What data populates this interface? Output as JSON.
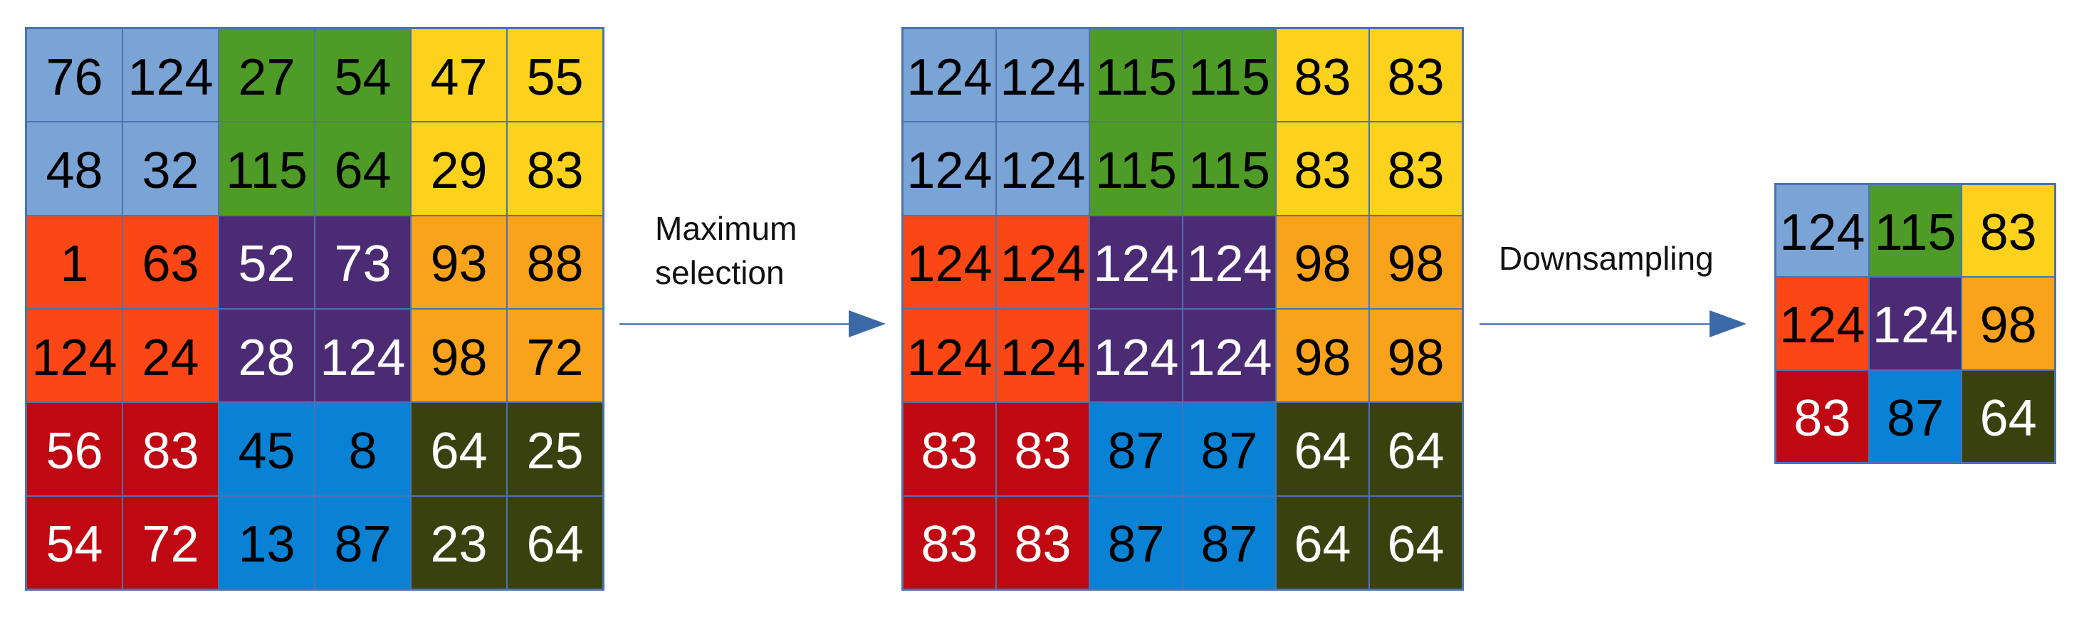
{
  "labels": {
    "maximum_selection": "Maximum\nselection",
    "downsampling": "Downsampling"
  },
  "colors": {
    "background": "#ffffff",
    "grid_border": "#4C72B0",
    "arrow_line": "#6C8CC0",
    "arrow_head": "#3B69A8",
    "label_text": "#111111"
  },
  "palette": {
    "lightblue": {
      "bg": "#7BA4D6",
      "fg": "#000000"
    },
    "green": {
      "bg": "#4E9B27",
      "fg": "#000000"
    },
    "yellow": {
      "bg": "#FCD21C",
      "fg": "#000000"
    },
    "orangered": {
      "bg": "#FB4615",
      "fg": "#000000"
    },
    "purple": {
      "bg": "#4B2B74",
      "fg": "#ffffff"
    },
    "orange": {
      "bg": "#F9A21B",
      "fg": "#000000"
    },
    "darkred": {
      "bg": "#C00812",
      "fg": "#ffffff"
    },
    "blue": {
      "bg": "#0981D4",
      "fg": "#000000"
    },
    "darkolive": {
      "bg": "#39420F",
      "fg": "#ffffff"
    }
  },
  "block_colors": [
    [
      "lightblue",
      "green",
      "yellow"
    ],
    [
      "orangered",
      "purple",
      "orange"
    ],
    [
      "darkred",
      "blue",
      "darkolive"
    ]
  ],
  "grids": {
    "input": {
      "rows": 6,
      "cols": 6,
      "values": [
        [
          76,
          124,
          27,
          54,
          47,
          55
        ],
        [
          48,
          32,
          115,
          64,
          29,
          83
        ],
        [
          1,
          63,
          52,
          73,
          93,
          88
        ],
        [
          124,
          24,
          28,
          124,
          98,
          72
        ],
        [
          56,
          83,
          45,
          8,
          64,
          25
        ],
        [
          54,
          72,
          13,
          87,
          23,
          64
        ]
      ]
    },
    "pooled": {
      "rows": 6,
      "cols": 6,
      "values": [
        [
          124,
          124,
          115,
          115,
          83,
          83
        ],
        [
          124,
          124,
          115,
          115,
          83,
          83
        ],
        [
          124,
          124,
          124,
          124,
          98,
          98
        ],
        [
          124,
          124,
          124,
          124,
          98,
          98
        ],
        [
          83,
          83,
          87,
          87,
          64,
          64
        ],
        [
          83,
          83,
          87,
          87,
          64,
          64
        ]
      ]
    },
    "output": {
      "rows": 3,
      "cols": 3,
      "values": [
        [
          124,
          115,
          83
        ],
        [
          124,
          124,
          98
        ],
        [
          83,
          87,
          64
        ]
      ]
    }
  }
}
